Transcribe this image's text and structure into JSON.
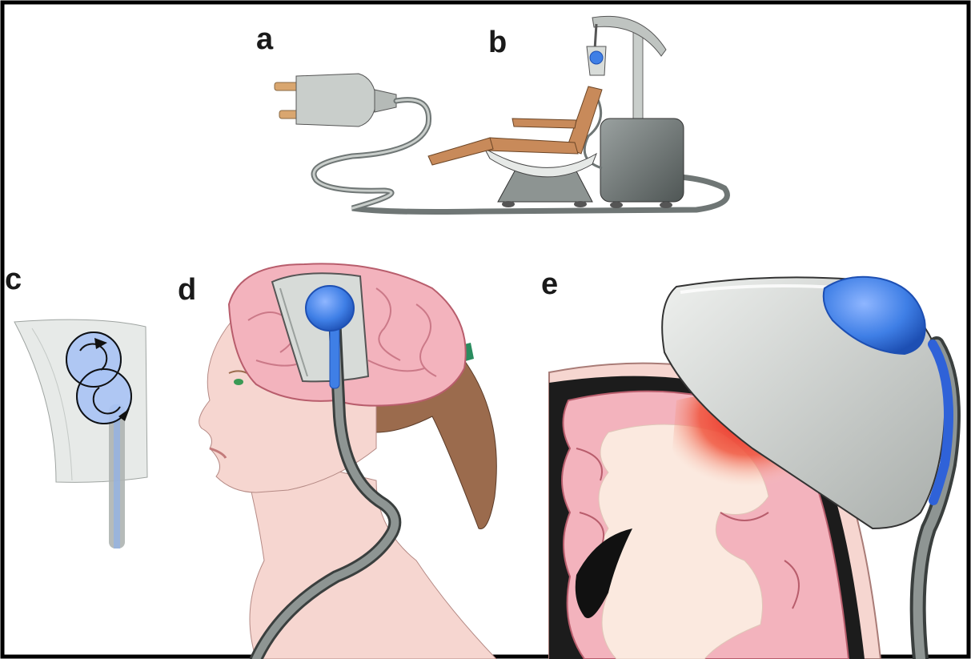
{
  "panels": {
    "a": {
      "label": "a"
    },
    "b": {
      "label": "b"
    },
    "c": {
      "label": "c"
    },
    "d": {
      "label": "d"
    },
    "e": {
      "label": "e"
    }
  },
  "colors": {
    "frame": "#000000",
    "coil_blue": "#3f7fe6",
    "coil_housing": "#c8ccc8",
    "brain_pink": "#f3b3bd",
    "brain_white": "#fbe9df",
    "skin": "#f6d6d0",
    "hair": "#9b6b4d",
    "activation_red": "#e8271d",
    "chair_wood": "#c88a5a",
    "device_gray": "#6f7675"
  },
  "icons": [
    "rotation-arrow-icon",
    "plug-icon"
  ]
}
